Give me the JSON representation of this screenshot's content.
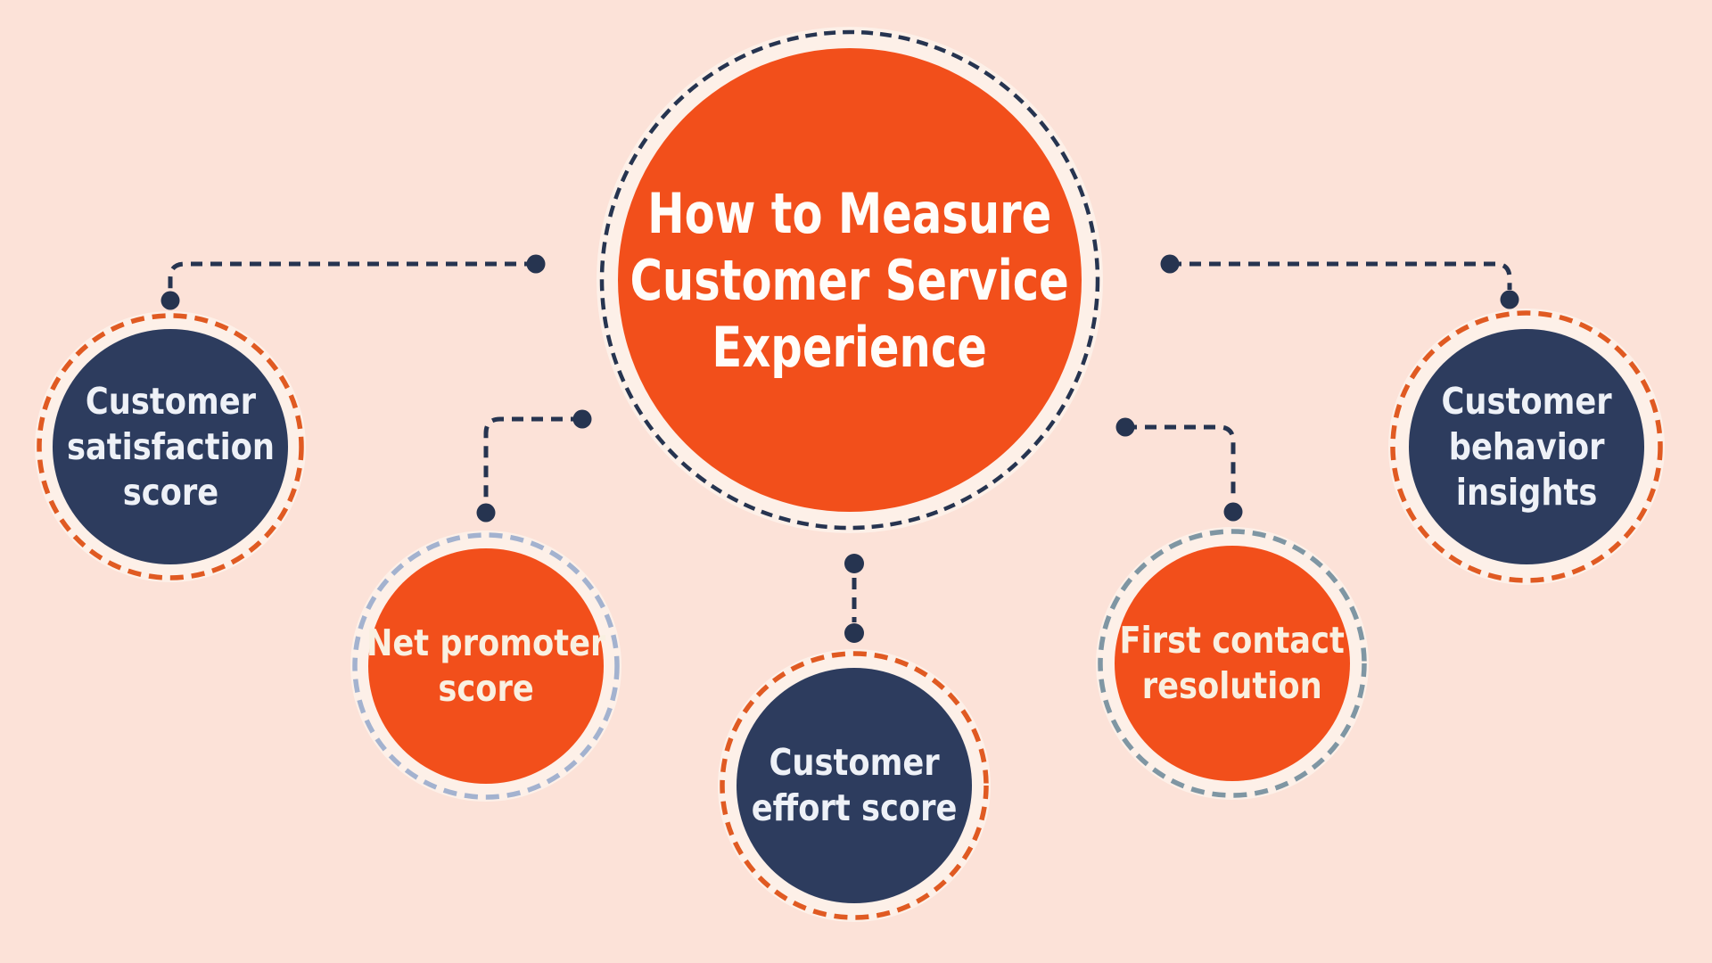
{
  "central": {
    "lines": [
      "How to Measure",
      "Customer Service",
      "Experience"
    ]
  },
  "nodes": {
    "satisfaction": {
      "lines": [
        "Customer",
        "satisfaction",
        "score"
      ]
    },
    "net_promoter": {
      "lines": [
        "Net promoter",
        "score"
      ]
    },
    "effort": {
      "lines": [
        "Customer",
        "effort score"
      ]
    },
    "first_contact": {
      "lines": [
        "First contact",
        "resolution"
      ]
    },
    "behavior": {
      "lines": [
        "Customer",
        "behavior",
        "insights"
      ]
    }
  },
  "colors": {
    "background": "#fce2d8",
    "halo": "#fdf0e8",
    "orange": "#f24f1b",
    "navy": "#2d3c5e",
    "connector": "#263450",
    "ring_orange": "#e05a22",
    "ring_blue": "#a3b2cf",
    "ring_slate": "#7f96a3",
    "text_central": "#fffdf9",
    "text_on_orange": "#f9f0e1",
    "text_on_navy": "#eef1f7"
  }
}
